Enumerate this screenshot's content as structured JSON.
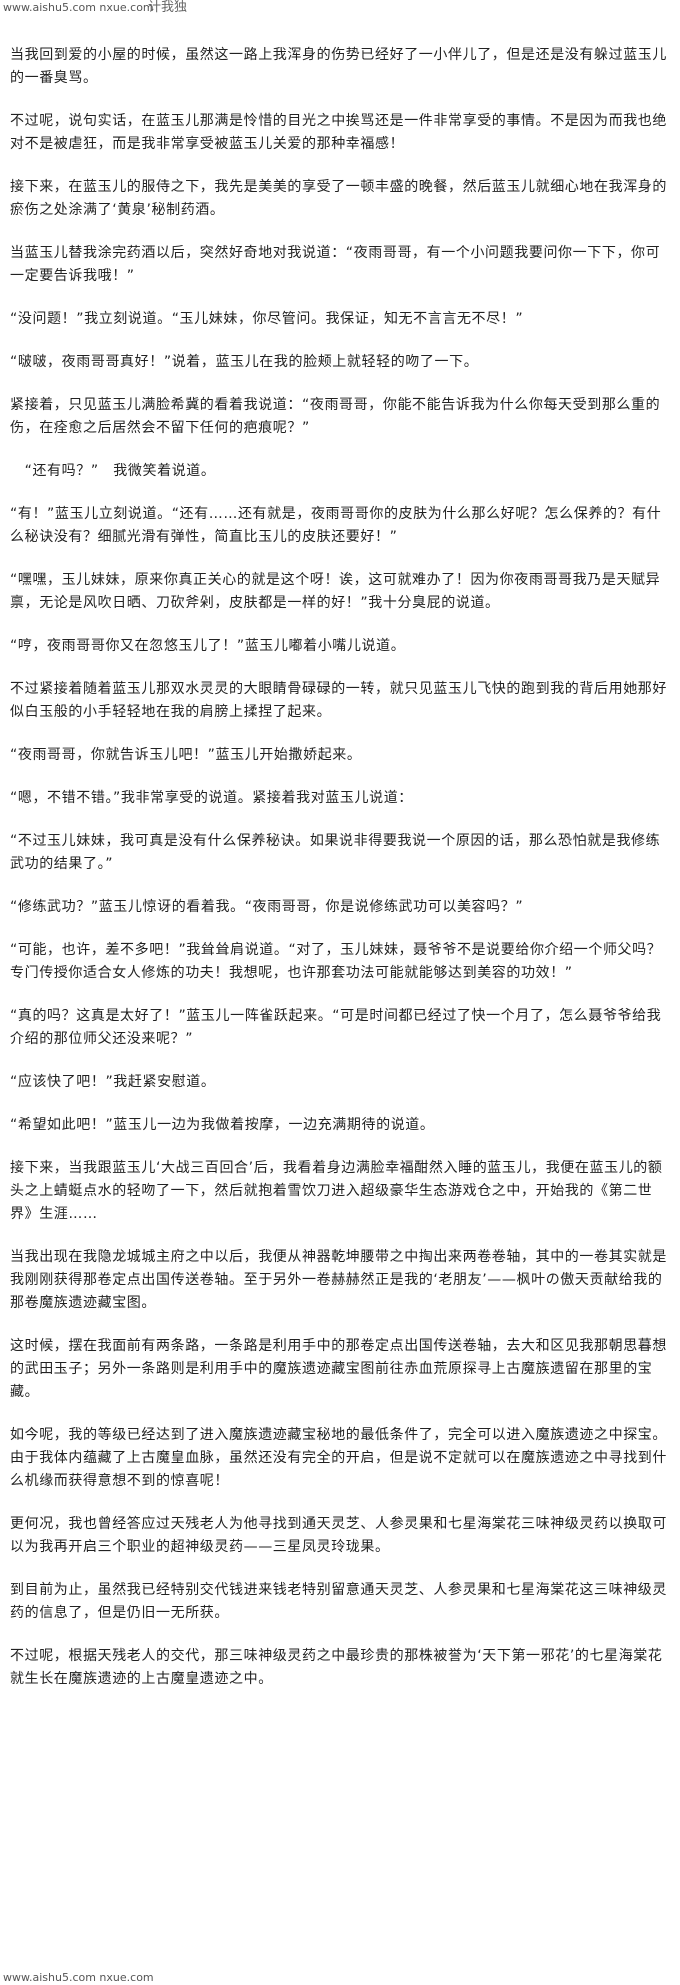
{
  "watermark_top": "www.aishu5.com  nxue.com",
  "watermark_cut": "计我独",
  "watermark_bottom": "www.aishu5.com  nxue.com",
  "paragraphs": [
    "当我回到爱的小屋的时候，虽然这一路上我浑身的伤势已经好了一小伴儿了，但是还是没有躲过蓝玉儿的一番臭骂。",
    "不过呢，说句实话，在蓝玉儿那满是怜惜的目光之中挨骂还是一件非常享受的事情。不是因为而我也绝对不是被虐狂，而是我非常享受被蓝玉儿关爱的那种幸福感！",
    "接下来，在蓝玉儿的服侍之下，我先是美美的享受了一顿丰盛的晚餐，然后蓝玉儿就细心地在我浑身的瘀伤之处涂满了‘黄泉’秘制药酒。",
    "当蓝玉儿替我涂完药酒以后，突然好奇地对我说道：“夜雨哥哥，有一个小问题我要问你一下下，你可一定要告诉我哦！”",
    "“没问题！”我立刻说道。“玉儿妹妹，你尽管问。我保证，知无不言言无不尽！”",
    "“啵啵，夜雨哥哥真好！”说着，蓝玉儿在我的脸颊上就轻轻的吻了一下。",
    "紧接着，只见蓝玉儿满脸希冀的看着我说道：“夜雨哥哥，你能不能告诉我为什么你每天受到那么重的伤，在痊愈之后居然会不留下任何的疤痕呢？”",
    "　“还有吗？”　我微笑着说道。",
    "“有！”蓝玉儿立刻说道。“还有……还有就是，夜雨哥哥你的皮肤为什么那么好呢？怎么保养的？有什么秘诀没有？细腻光滑有弹性，简直比玉儿的皮肤还要好！”",
    "“嘿嘿，玉儿妹妹，原来你真正关心的就是这个呀！诶，这可就难办了！因为你夜雨哥哥我乃是天赋异禀，无论是风吹日晒、刀砍斧剁，皮肤都是一样的好！”我十分臭屁的说道。",
    "“哼，夜雨哥哥你又在忽悠玉儿了！”蓝玉儿嘟着小嘴儿说道。",
    "不过紧接着随着蓝玉儿那双水灵灵的大眼睛骨碌碌的一转，就只见蓝玉儿飞快的跑到我的背后用她那好似白玉般的小手轻轻地在我的肩膀上揉捏了起来。",
    "“夜雨哥哥，你就告诉玉儿吧！”蓝玉儿开始撒娇起来。",
    "“嗯，不错不错。”我非常享受的说道。紧接着我对蓝玉儿说道：",
    "“不过玉儿妹妹，我可真是没有什么保养秘诀。如果说非得要我说一个原因的话，那么恐怕就是我修练武功的结果了。”",
    "“修练武功？”蓝玉儿惊讶的看着我。“夜雨哥哥，你是说修练武功可以美容吗？”",
    "“可能，也许，差不多吧！”我耸耸肩说道。“对了，玉儿妹妹，聂爷爷不是说要给你介绍一个师父吗？专门传授你适合女人修炼的功夫！我想呢，也许那套功法可能就能够达到美容的功效！”",
    "“真的吗？这真是太好了！”蓝玉儿一阵雀跃起来。“可是时间都已经过了快一个月了，怎么聂爷爷给我介绍的那位师父还没来呢？”",
    "“应该快了吧！”我赶紧安慰道。",
    "“希望如此吧！”蓝玉儿一边为我做着按摩，一边充满期待的说道。",
    "接下来，当我跟蓝玉儿‘大战三百回合’后，我看着身边满脸幸福酣然入睡的蓝玉儿，我便在蓝玉儿的额头之上蜻蜓点水的轻吻了一下，然后就抱着雪饮刀进入超级豪华生态游戏仓之中，开始我的《第二世界》生涯……",
    "当我出现在我隐龙城城主府之中以后，我便从神器乾坤腰带之中掏出来两卷卷轴，其中的一卷其实就是我刚刚获得那卷定点出国传送卷轴。至于另外一卷赫赫然正是我的‘老朋友’——枫叶の傲天贡献给我的那卷魔族遗迹藏宝图。",
    "这时候，摆在我面前有两条路，一条路是利用手中的那卷定点出国传送卷轴，去大和区见我那朝思暮想的武田玉子；另外一条路则是利用手中的魔族遗迹藏宝图前往赤血荒原探寻上古魔族遗留在那里的宝藏。",
    "如今呢，我的等级已经达到了进入魔族遗迹藏宝秘地的最低条件了，完全可以进入魔族遗迹之中探宝。由于我体内蕴藏了上古魔皇血脉，虽然还没有完全的开启，但是说不定就可以在魔族遗迹之中寻找到什么机缘而获得意想不到的惊喜呢！",
    "更何况，我也曾经答应过天残老人为他寻找到通天灵芝、人参灵果和七星海棠花三味神级灵药以换取可以为我再开启三个职业的超神级灵药——三星凤灵玲珑果。",
    "到目前为止，虽然我已经特别交代钱进来钱老特别留意通天灵芝、人参灵果和七星海棠花这三味神级灵药的信息了，但是仍旧一无所获。",
    "不过呢，根据天残老人的交代，那三味神级灵药之中最珍贵的那株被誉为‘天下第一邪花’的七星海棠花就生长在魔族遗迹的上古魔皇遗迹之中。"
  ]
}
